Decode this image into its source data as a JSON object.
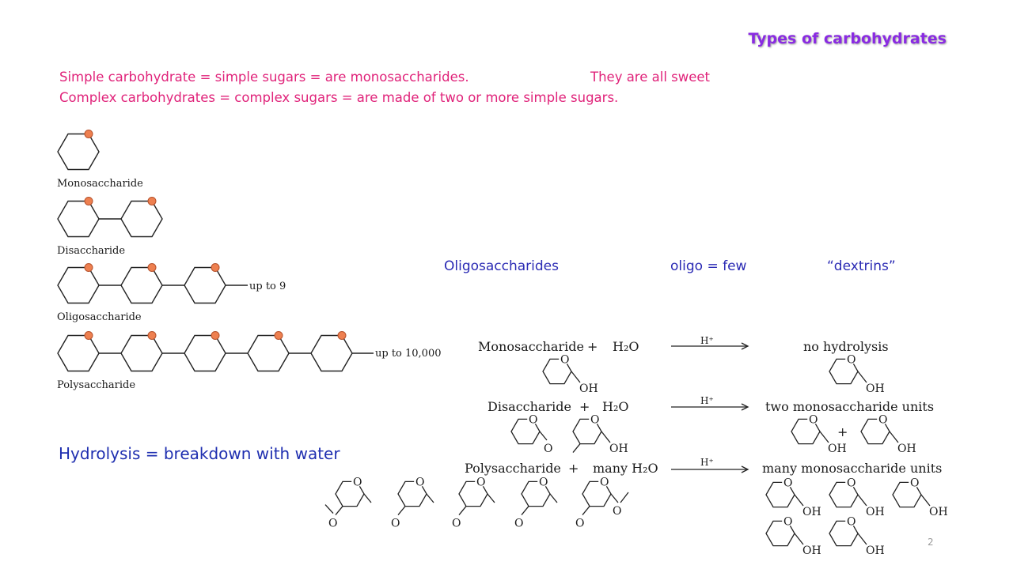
{
  "slide": {
    "title": "Types of carbohydrates",
    "intro_line1": "Simple carbohydrate = simple sugars = are monosaccharides.",
    "intro_line1_note": "They are all sweet",
    "intro_line2": "Complex carbohydrates = complex sugars = are made of two or more simple sugars.",
    "oligo_term": "Oligosaccharides",
    "oligo_meaning": "oligo = few",
    "oligo_alias": "“dextrins”",
    "hydrolysis": "Hydrolysis = breakdown with water",
    "page_number": "2"
  },
  "figure_left": {
    "mono_label": "Monosaccharide",
    "di_label": "Disaccharide",
    "oligo_label": "Oligosaccharide",
    "oligo_note": "up to 9",
    "poly_label": "Polysaccharide",
    "poly_note": "up to 10,000",
    "ball_color": "#ee8050"
  },
  "figure_right": {
    "row1_reactant": "Monosaccharide",
    "row1_product": "no hydrolysis",
    "row2_reactant": "Disaccharide",
    "row2_product": "two monosaccharide units",
    "row3_reactant": "Polysaccharide",
    "row3_product": "many monosaccharide units",
    "plus": "+",
    "water": "H₂O",
    "many_water": "many H₂O",
    "catalyst": "H⁺",
    "ring_o": "O",
    "oh": "OH"
  }
}
